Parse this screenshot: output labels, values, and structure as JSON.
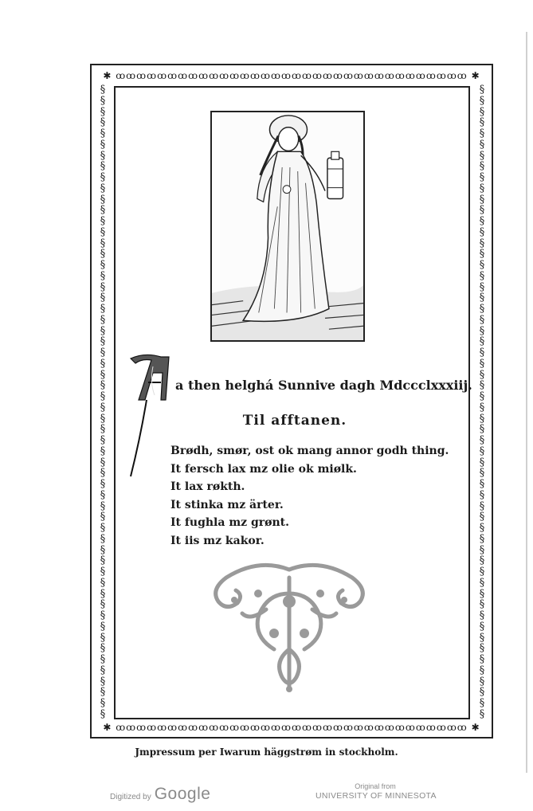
{
  "heading": "a then helghá Sunnive dagh Mdccclxxxiij.",
  "initial_letter": "A",
  "subheading": "Til afftanen.",
  "menu": [
    "Brødh, smør, ost ok mang annor godh thing.",
    "It fersch lax mz olie ok miølk.",
    "It lax røkth.",
    "It stinka mz ärter.",
    "It fughla mz grønt.",
    "It iis mz kakor."
  ],
  "colophon": "Jmpressum per Iwarum häggstrøm in stockholm.",
  "footer": {
    "digitized_label": "Digitized by",
    "google_logo": "Google",
    "original_from": "Original from",
    "institution": "UNIVERSITY OF MINNESOTA"
  },
  "border": {
    "top_pattern": "✱ ꝏꝏꝏꝏꝏꝏꝏꝏꝏꝏꝏꝏꝏꝏꝏꝏꝏꝏꝏꝏꝏꝏꝏꝏꝏꝏꝏꝏꝏꝏꝏꝏꝏꝏ ✱",
    "side_glyph": "§"
  },
  "colors": {
    "ink": "#1a1a1a",
    "ornament_gray": "#9a9a9a",
    "footer_gray": "#8a8a8a"
  }
}
